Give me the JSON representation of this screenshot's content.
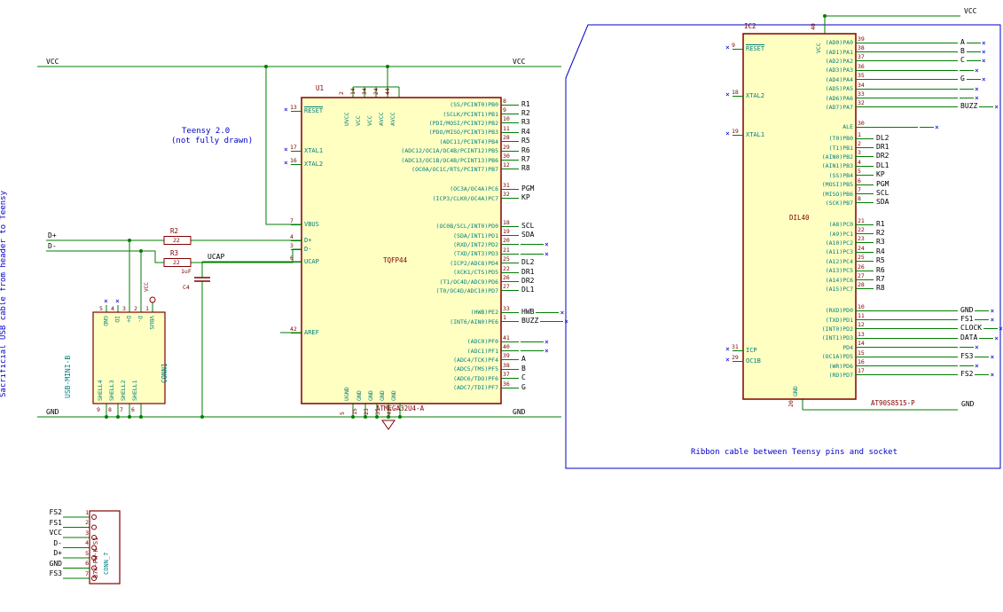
{
  "colors": {
    "wire": "#007d00",
    "outline": "#800000",
    "pin_name": "#008080",
    "pin_number": "#800000",
    "net_label": "#000000",
    "note": "#0000c8",
    "body_fill": "#ffffc2"
  },
  "notes": {
    "left_vertical": "Sacrificial USB cable from header to Teensy",
    "teensy_1": "Teensy 2.0",
    "teensy_2": "(not fully drawn)",
    "ribbon": "Ribbon cable between Teensy pins and socket"
  },
  "power": {
    "vcc": "VCC",
    "gnd": "GND"
  },
  "nets": {
    "ucap": "UCAP",
    "dplus": "D+",
    "dminus": "D-"
  },
  "u1": {
    "ref": "U1",
    "footprint": "TQFP44",
    "value": "ATMEGA32U4-A",
    "left_pins": [
      {
        "name": "RESET",
        "num": "13"
      },
      {
        "name": "XTAL1",
        "num": "17"
      },
      {
        "name": "XTAL2",
        "num": "16"
      },
      {
        "name": "VBUS",
        "num": "7"
      },
      {
        "name": "D+",
        "num": "4"
      },
      {
        "name": "D-",
        "num": "3"
      },
      {
        "name": "UCAP",
        "num": "6"
      },
      {
        "name": "AREF",
        "num": "42"
      }
    ],
    "top_pins": [
      {
        "name": "UVCC",
        "num": "2"
      },
      {
        "name": "VCC",
        "num": "14"
      },
      {
        "name": "VCC",
        "num": "34"
      },
      {
        "name": "AVCC",
        "num": "24"
      },
      {
        "name": "AVCC",
        "num": "44"
      }
    ],
    "bottom_pins": [
      {
        "name": "UGND",
        "num": "5"
      },
      {
        "name": "GND",
        "num": "15"
      },
      {
        "name": "GND",
        "num": "23"
      },
      {
        "name": "GND",
        "num": "35"
      },
      {
        "name": "GND",
        "num": "43"
      }
    ],
    "port_b": [
      {
        "name": "(SS/PCINT0)PB0",
        "num": "8",
        "label": "R1",
        "tail": ""
      },
      {
        "name": "(SCLK/PCINT1)PB1",
        "num": "9",
        "label": "R2",
        "tail": ""
      },
      {
        "name": "(PDI/MOSI/PCINT2)PB2",
        "num": "10",
        "label": "R3",
        "tail": ""
      },
      {
        "name": "(PDO/MISO/PCINT3)PB3",
        "num": "11",
        "label": "R4",
        "tail": ""
      },
      {
        "name": "(ADC11/PCINT4)PB4",
        "num": "28",
        "label": "R5",
        "tail": ""
      },
      {
        "name": "(ADC12/OC1A/OC4B/PCINT12)PB5",
        "num": "29",
        "label": "R6",
        "tail": ""
      },
      {
        "name": "(ADC13/OC1B/OC4B/PCINT13)PB6",
        "num": "30",
        "label": "R7",
        "tail": ""
      },
      {
        "name": "(OC0A/OC1C/RTS/PCINT7)PB7",
        "num": "12",
        "label": "R8",
        "tail": ""
      }
    ],
    "port_c": [
      {
        "name": "(OC3A/OC4A)PC6",
        "num": "31",
        "label": "PGM",
        "tail": ""
      },
      {
        "name": "(ICP3/CLK0/OC4A)PC7",
        "num": "32",
        "label": "KP",
        "tail": ""
      }
    ],
    "port_d": [
      {
        "name": "(OC0B/SCL/INT0)PD0",
        "num": "18",
        "label": "SCL",
        "tail": ""
      },
      {
        "name": "(SDA/INT1)PD1",
        "num": "19",
        "label": "SDA",
        "tail": ""
      },
      {
        "name": "(RXD/INT2)PD2",
        "num": "20",
        "label": "",
        "tail": "×"
      },
      {
        "name": "(TXD/INT3)PD3",
        "num": "21",
        "label": "",
        "tail": "×"
      },
      {
        "name": "(ICP2/ADC8)PD4",
        "num": "25",
        "label": "DL2",
        "tail": ""
      },
      {
        "name": "(XCK1/CTS)PD5",
        "num": "22",
        "label": "DR1",
        "tail": ""
      },
      {
        "name": "(T1/OC4D/ADC9)PD6",
        "num": "26",
        "label": "DR2",
        "tail": ""
      },
      {
        "name": "(T0/OC4D/ADC10)PD7",
        "num": "27",
        "label": "DL1",
        "tail": ""
      }
    ],
    "port_e": [
      {
        "name": "(HWB)PE2",
        "num": "33",
        "label": "HWB",
        "tail": "×"
      },
      {
        "name": "(INT6/AIN0)PE6",
        "num": "1",
        "label": "BUZZ",
        "tail": "×"
      }
    ],
    "port_f": [
      {
        "name": "(ADC0)PF0",
        "num": "41",
        "label": "",
        "tail": "×"
      },
      {
        "name": "(ADC1)PF1",
        "num": "40",
        "label": "",
        "tail": "×"
      },
      {
        "name": "(ADC4/TCK)PF4",
        "num": "39",
        "label": "A",
        "tail": ""
      },
      {
        "name": "(ADC5/TMS)PF5",
        "num": "38",
        "label": "B",
        "tail": ""
      },
      {
        "name": "(ADC6/TDO)PF6",
        "num": "37",
        "label": "C",
        "tail": ""
      },
      {
        "name": "(ADC7/TDI)PF7",
        "num": "36",
        "label": "G",
        "tail": ""
      }
    ]
  },
  "ic2": {
    "ref": "IC2",
    "package": "DIL40",
    "value": "AT90S8515-P",
    "left_pins": [
      {
        "name": "RESET",
        "num": "9"
      },
      {
        "name": "XTAL2",
        "num": "18"
      },
      {
        "name": "XTAL1",
        "num": "19"
      },
      {
        "name": "ICP",
        "num": "31"
      },
      {
        "name": "OC1B",
        "num": "29"
      }
    ],
    "top_pin": {
      "name": "VCC",
      "num": "40"
    },
    "bottom_pin": {
      "name": "GND",
      "num": "20"
    },
    "port_a": [
      {
        "name": "(AD0)PA0",
        "num": "39",
        "label": "A",
        "tail": "×"
      },
      {
        "name": "(AD1)PA1",
        "num": "38",
        "label": "B",
        "tail": "×"
      },
      {
        "name": "(AD2)PA2",
        "num": "37",
        "label": "C",
        "tail": "×"
      },
      {
        "name": "(AD3)PA3",
        "num": "36",
        "label": "",
        "tail": "×"
      },
      {
        "name": "(AD4)PA4",
        "num": "35",
        "label": "G",
        "tail": "×"
      },
      {
        "name": "(AD5)PA5",
        "num": "34",
        "label": "",
        "tail": "×"
      },
      {
        "name": "(AD6)PA6",
        "num": "33",
        "label": "",
        "tail": "×"
      },
      {
        "name": "(AD7)PA7",
        "num": "32",
        "label": "BUZZ",
        "tail": "×"
      }
    ],
    "ale": {
      "name": "ALE",
      "num": "30",
      "label": "",
      "tail": "×"
    },
    "port_b": [
      {
        "name": "(T0)PB0",
        "num": "1",
        "label": "DL2",
        "tail": ""
      },
      {
        "name": "(T1)PB1",
        "num": "2",
        "label": "DR1",
        "tail": ""
      },
      {
        "name": "(AIN0)PB2",
        "num": "3",
        "label": "DR2",
        "tail": ""
      },
      {
        "name": "(AIN1)PB3",
        "num": "4",
        "label": "DL1",
        "tail": ""
      },
      {
        "name": "(SS)PB4",
        "num": "5",
        "label": "KP",
        "tail": ""
      },
      {
        "name": "(MOSI)PB5",
        "num": "6",
        "label": "PGM",
        "tail": ""
      },
      {
        "name": "(MISO)PB6",
        "num": "7",
        "label": "SCL",
        "tail": ""
      },
      {
        "name": "(SCK)PB7",
        "num": "8",
        "label": "SDA",
        "tail": ""
      }
    ],
    "port_c": [
      {
        "name": "(A8)PC0",
        "num": "21",
        "label": "R1",
        "tail": ""
      },
      {
        "name": "(A9)PC1",
        "num": "22",
        "label": "R2",
        "tail": ""
      },
      {
        "name": "(A10)PC2",
        "num": "23",
        "label": "R3",
        "tail": ""
      },
      {
        "name": "(A11)PC3",
        "num": "24",
        "label": "R4",
        "tail": ""
      },
      {
        "name": "(A12)PC4",
        "num": "25",
        "label": "R5",
        "tail": ""
      },
      {
        "name": "(A13)PC5",
        "num": "26",
        "label": "R6",
        "tail": ""
      },
      {
        "name": "(A14)PC6",
        "num": "27",
        "label": "R7",
        "tail": ""
      },
      {
        "name": "(A15)PC7",
        "num": "28",
        "label": "R8",
        "tail": ""
      }
    ],
    "port_d": [
      {
        "name": "(RXD)PD0",
        "num": "10",
        "label": "GND",
        "tail": "×"
      },
      {
        "name": "(TXD)PD1",
        "num": "11",
        "label": "FS1",
        "tail": "×"
      },
      {
        "name": "(INT0)PD2",
        "num": "12",
        "label": "CLOCK",
        "tail": "×"
      },
      {
        "name": "(INT1)PD3",
        "num": "13",
        "label": "DATA",
        "tail": "×"
      },
      {
        "name": "PD4",
        "num": "14",
        "label": "",
        "tail": "×"
      },
      {
        "name": "(OC1A)PD5",
        "num": "15",
        "label": "FS3",
        "tail": "×"
      },
      {
        "name": "(WR)PD6",
        "num": "16",
        "label": "",
        "tail": "×"
      },
      {
        "name": "(RD)PD7",
        "num": "17",
        "label": "FS2",
        "tail": "×"
      }
    ]
  },
  "usb": {
    "ref": "CONN1",
    "value": "USB-MINI-B",
    "vcc_flag": "VCC",
    "top_pins": [
      {
        "name": "GND",
        "num": "5"
      },
      {
        "name": "ID",
        "num": "4"
      },
      {
        "name": "D+",
        "num": "3"
      },
      {
        "name": "D-",
        "num": "2"
      },
      {
        "name": "VBUS",
        "num": "1"
      }
    ],
    "shell_pins": [
      {
        "name": "SHELL4",
        "num": "9"
      },
      {
        "name": "SHELL3",
        "num": "8"
      },
      {
        "name": "SHELL2",
        "num": "7"
      },
      {
        "name": "SHELL1",
        "num": "6"
      }
    ]
  },
  "r2": {
    "ref": "R2",
    "value": "22"
  },
  "r3": {
    "ref": "R3",
    "value": "22"
  },
  "c4": {
    "ref": "C4",
    "value": "1uF"
  },
  "conn7": {
    "ref": "CONN_7",
    "value": "B7K-PH-K-S1",
    "rows": [
      {
        "label": "FS2",
        "num": "1"
      },
      {
        "label": "FS1",
        "num": "2"
      },
      {
        "label": "VCC",
        "num": "3"
      },
      {
        "label": "D-",
        "num": "4"
      },
      {
        "label": "D+",
        "num": "5"
      },
      {
        "label": "GND",
        "num": "6"
      },
      {
        "label": "FS3",
        "num": "7"
      }
    ]
  }
}
